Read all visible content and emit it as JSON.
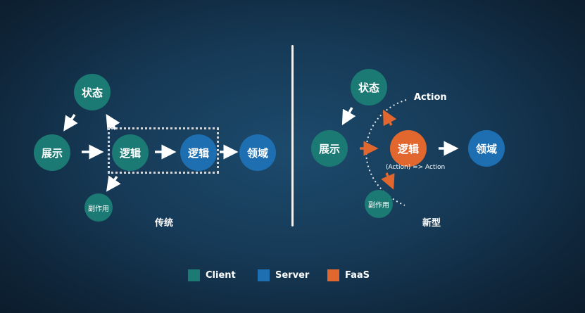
{
  "colors": {
    "client": "#1b7a73",
    "server": "#1e6fb1",
    "faas": "#e2672e"
  },
  "traditional": {
    "caption": "传统",
    "nodes": {
      "state": "状态",
      "display": "展示",
      "logic_client": "逻辑",
      "logic_server": "逻辑",
      "domain": "领域",
      "side_effect": "副作用"
    }
  },
  "new_model": {
    "caption": "新型",
    "nodes": {
      "state": "状态",
      "display": "展示",
      "logic": "逻辑",
      "domain": "领域",
      "side_effect": "副作用"
    },
    "action_label": "Action",
    "action_formula": "(Action) => Action"
  },
  "legend": [
    {
      "label": "Client",
      "color": "#1b7a73"
    },
    {
      "label": "Server",
      "color": "#1e6fb1"
    },
    {
      "label": "FaaS",
      "color": "#e2672e"
    }
  ]
}
